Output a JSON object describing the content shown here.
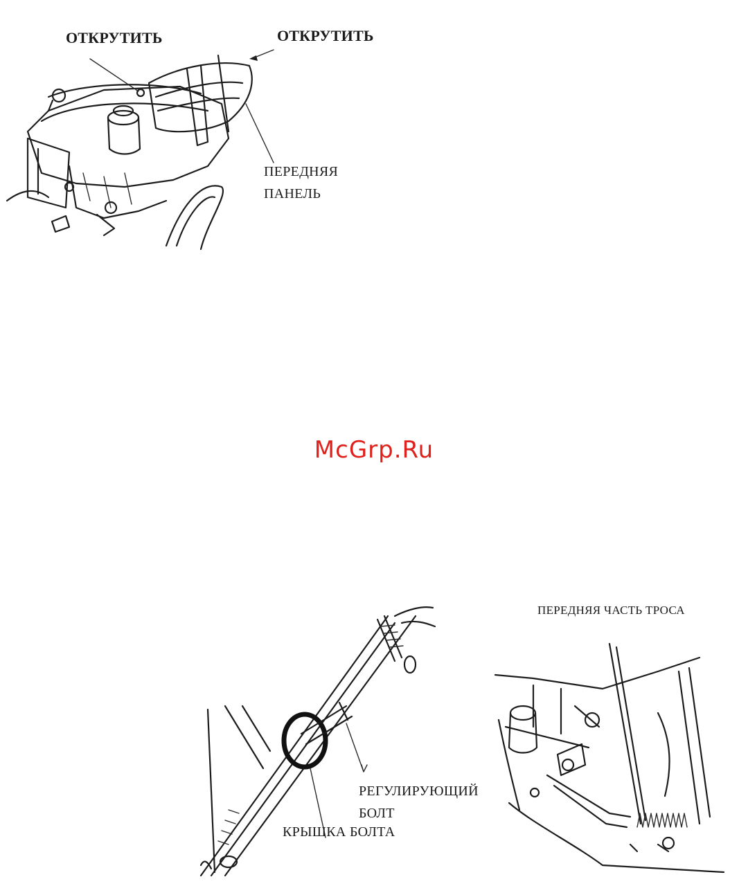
{
  "figure1": {
    "label_unscrew_left": "ОТКРУТИТЬ",
    "label_unscrew_right": "ОТКРУТИТЬ",
    "label_front_panel_line1": "ПЕРЕДНЯЯ",
    "label_front_panel_line2": "ПАНЕЛЬ"
  },
  "watermark": {
    "text": "McGrp.Ru",
    "color": "#e0201b"
  },
  "figure2": {
    "label_adjusting_bolt_line1": "РЕГУЛИРУЮЩИЙ",
    "label_adjusting_bolt_line2": "БОЛТ",
    "label_bolt_cover": "КРЫШКА БОЛТА"
  },
  "figure3": {
    "label_cable_front": "ПЕРЕДНЯЯ ЧАСТЬ ТРОСА"
  }
}
